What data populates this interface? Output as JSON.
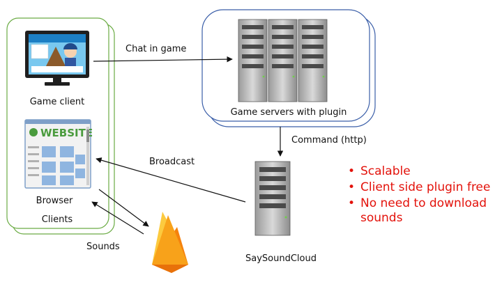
{
  "nodes": {
    "game_client": "Game client",
    "browser": "Browser",
    "clients": "Clients",
    "game_servers": "Game servers with plugin",
    "saysoundcloud": "SaySoundCloud",
    "website_logo": "WEBSITE"
  },
  "edges": {
    "chat": "Chat in game",
    "command": "Command (http)",
    "broadcast": "Broadcast",
    "sounds": "Sounds"
  },
  "bullets": [
    "Scalable",
    "Client side plugin free",
    "No need to download",
    "sounds"
  ],
  "colors": {
    "clients_border": "#6aab43",
    "servers_border": "#3a5ea8",
    "bullet_text": "#e3120b",
    "firebase_yellow": "#fcca3f",
    "firebase_orange": "#f5820d"
  },
  "icons": [
    "monitor-icon",
    "website-icon",
    "server-rack-icon",
    "server-tower-icon",
    "firebase-icon"
  ]
}
